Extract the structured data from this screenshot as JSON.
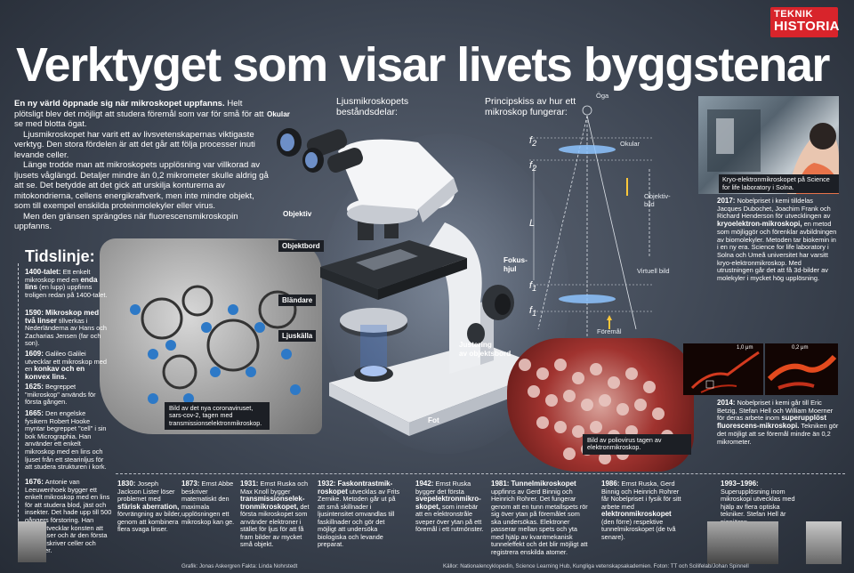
{
  "brand": {
    "line1": "TEKNIK",
    "line2": "HISTORIA",
    "color": "#d8242b"
  },
  "title": "Verktyget som visar livets byggstenar",
  "intro": {
    "lead_bold": "En ny värld öppnade sig när mikroskopet uppfanns.",
    "lead_rest": " Helt plötsligt blev det möjligt att studera föremål som var för små för att se med blotta ögat.",
    "p2": "Ljusmikroskopet har varit ett av livsvetenskapernas viktigaste verktyg. Den stora fördelen är att det går att följa processer inuti levande celler.",
    "p3": "Länge trodde man att mikroskopets upplösning var villkorad av ljusets våglängd. Detaljer mindre än 0,2 mikrometer skulle aldrig gå att se. Det betydde att det gick att urskilja konturerna av mitokondrierna, cellens energikraftverk, men inte mindre objekt, som till exempel enskilda proteinmolekyler eller virus.",
    "p4": "Men den gränsen sprängdes när fluorescensmikroskopin uppfanns."
  },
  "microscope": {
    "heading": "Ljusmikroskopets beståndsdelar:",
    "labels": {
      "ocular": "Okular",
      "objective": "Objektiv",
      "stage": "Objektbord",
      "focus": "Fokus-\nhjul",
      "diaphragm": "Bländare",
      "light": "Ljuskälla",
      "adjust": "Justering\nav objektsbord",
      "foot": "Fot"
    }
  },
  "principle": {
    "heading": "Principskiss av hur ett mikroskop fungerar:",
    "eye": "Öga",
    "ocular": "Okular",
    "objective_image": "Objektiv-\nbild",
    "virtual_image": "Virtuell bild",
    "object": "Föremål",
    "f2": "f",
    "f2_sub": "2",
    "f1": "f",
    "f1_sub": "1",
    "L": "L"
  },
  "timeline": {
    "heading": "Tidslinje:",
    "left": [
      {
        "year": "1400-talet:",
        "pre": " Ett enkelt mikroskop med en ",
        "bold": "enda lins",
        "post": " (en lupp) uppfinns troligen redan på 1400-talet."
      },
      {
        "year": "1590:",
        "pre": " ",
        "bold": "Mikroskop med två linser",
        "post": " tillverkas i Nederländerna av Hans och Zacharias Jensen (far och son)."
      },
      {
        "year": "1609:",
        "pre": " Galileo Galilei utvecklar ett mikroskop med en ",
        "bold": "konkav och en konvex lins.",
        "post": ""
      },
      {
        "year": "1625:",
        "pre": " Begreppet \"mikroskop\" används för första gången.",
        "bold": "",
        "post": ""
      },
      {
        "year": "1665:",
        "pre": " Den engelske fysikern Robert Hooke myntar begreppet \"cell\" i sin bok Micrographia. Han använder ett enkelt mikroskop med en lins och ljuset från ett stearinljus för att studera strukturen i kork.",
        "bold": "",
        "post": ""
      },
      {
        "year": "1676:",
        "pre": " Antonie van Leeuwenhoek bygger ett enkelt mikroskop med en lins för att studera blod, jäst och insekter. Det hade upp till 500 gångers förstoring. Han vidareutvecklar konsten att slipa linser och är den första som beskriver celler och bakterier.",
        "bold": "",
        "post": ""
      }
    ],
    "bottom": [
      {
        "year": "1830:",
        "pre": " Joseph Jackson Lister löser problemet med ",
        "bold": "sfärisk aberration,",
        "post": " förvrängning av bilder, genom att kombinera flera svaga linser."
      },
      {
        "year": "1873:",
        "pre": " Ernst Abbe beskriver matematiskt den maximala upplösningen ett mikroskop kan ge.",
        "bold": "",
        "post": ""
      },
      {
        "year": "1931:",
        "pre": " Ernst Ruska och Max Knoll bygger ",
        "bold": "transmissionselek-tronmikroskopet,",
        "post": " det första mikroskopet som använder elektroner i stället för ljus för att få fram bilder av mycket små objekt."
      },
      {
        "year": "1932:",
        "pre": " ",
        "bold": "Faskontrastmik-roskopet",
        "post": " utvecklas av Frits Zernike. Metoden går ut på att små skillnader i ljusintensitet omvandlas till faskillnader och gör det möjligt att undersöka biologiska och levande preparat."
      },
      {
        "year": "1942:",
        "pre": " Ernst Ruska bygger det första ",
        "bold": "svepelektronmikro-skopet,",
        "post": " som innebär att en elektronstråle sveper över ytan på ett föremål i ett rutmönster."
      },
      {
        "year": "1981:",
        "pre": " ",
        "bold": "Tunnelmikroskopet",
        "post": " uppfinns av Gerd Binnig och Heinrich Rohrer. Det fungerar genom att en tunn metallspets rör sig över ytan på föremålet som ska undersökas. Elektroner passerar mellan spets och yta med hjälp av kvantmekanisk tunneleffekt och det blir möjligt att registrera enskilda atomer."
      },
      {
        "year": "1986:",
        "pre": " Ernst Ruska, Gerd Binnig och Heinrich Rohrer får Nobelpriset i fysik för sitt arbete med ",
        "bold": "elektronmikroskopet",
        "post": " (den förre) respektive tunnelmikroskopet (de två senare)."
      },
      {
        "year": "1993–1996:",
        "pre": " Superupplösning inom mikroskopi utvecklas med hjälp av flera optiska tekniker. Stefan Hell är pionjären.",
        "bold": "",
        "post": ""
      }
    ],
    "right": [
      {
        "year": "2017:",
        "pre": " Nobelpriset i kemi tilldelas Jacques Dubochet, Joachim Frank och Richard Henderson för utvecklingen av ",
        "bold": "kryoelektron-mikroskopi,",
        "post": " en metod som möjliggör och förenklar avbildningen av biomolekyler. Metoden tar biokemin in i en ny era. Science for life laboratory i Solna och Umeå universitet har varsitt kryo-elektronmikroskop. Med utrustningen går det att få 3d-bilder av molekyler i mycket hög upplösning."
      },
      {
        "year": "2014:",
        "pre": " Nobelpriset i kemi går till Eric Betzig, Stefan Hell och William Moerner för deras arbete inom ",
        "bold": "superupplöst fluorescens-mikroskopi.",
        "post": " Tekniken gör det möjligt att se föremål mindre än 0,2 mikrometer."
      }
    ]
  },
  "captions": {
    "corona": "Bild av det nya coronaviruset, sars-cov-2, tagen med transmissionselektronmikroskop.",
    "polio": "Bild av poliovirus tagen av elektronmikroskop.",
    "kryo": "Kryo-elektronmikroskopet på Science for life laboratory i Solna.",
    "scale1": "1,0 μm",
    "scale2": "0,2 μm"
  },
  "credits": {
    "left": "Grafik: Jonas Askergren Fakta: Linda Nohrstedt",
    "right": "Källor: Nationalencyklopedin, Science Learning Hub, Kungliga vetenskapsakademien. Foton: TT och Scilifelab/Johan Spinnell"
  }
}
